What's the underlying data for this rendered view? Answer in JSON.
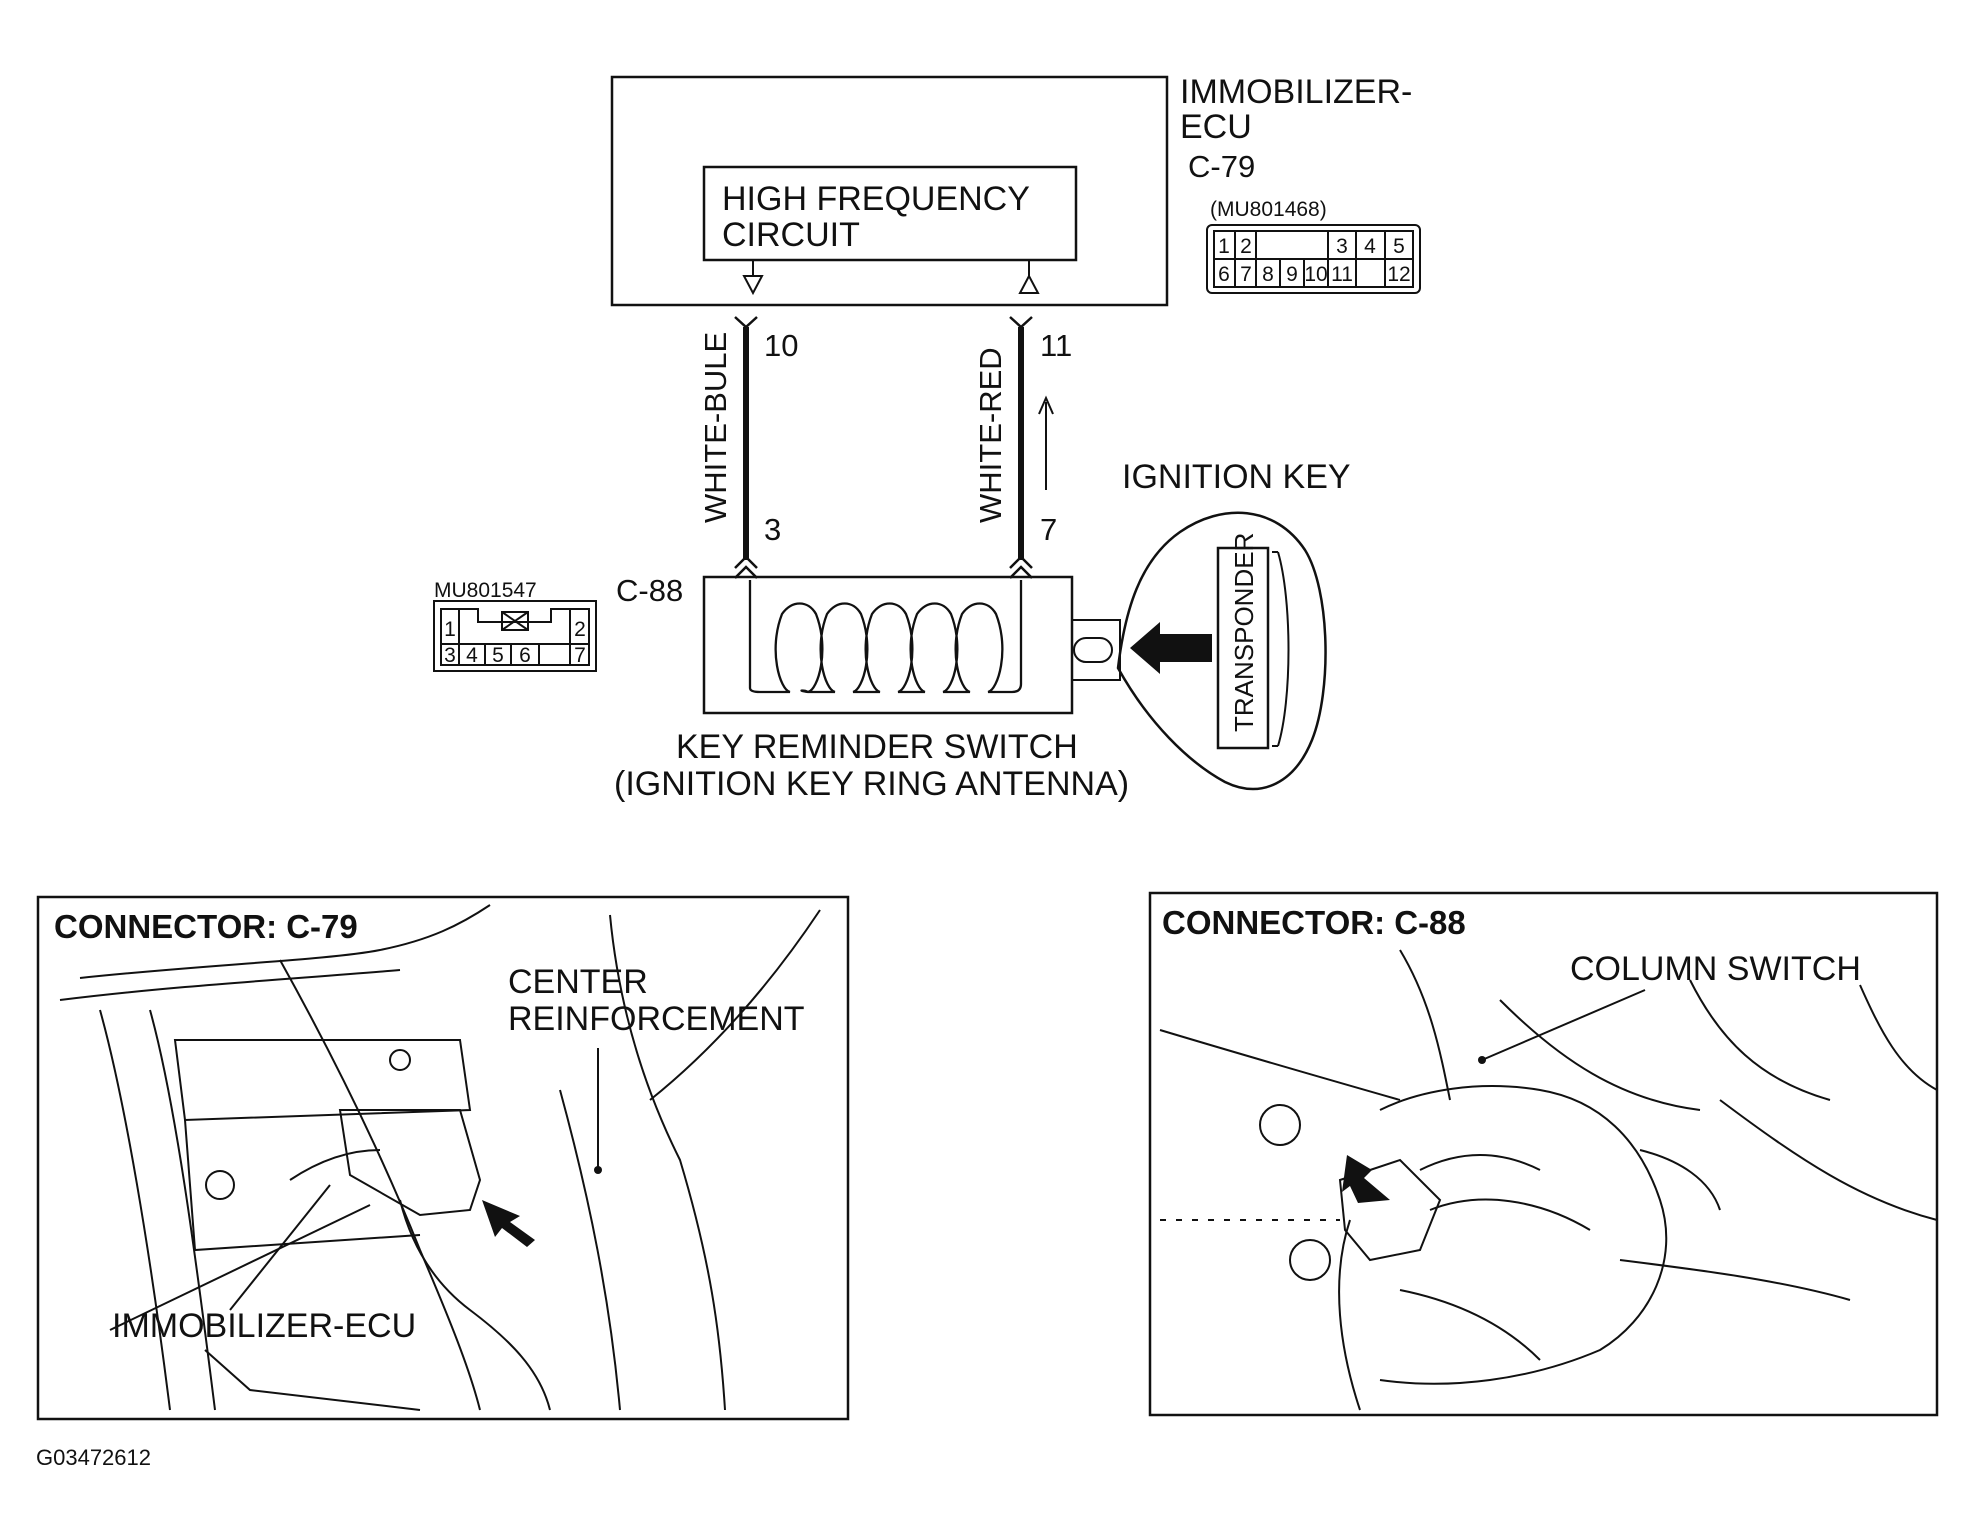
{
  "diagram": {
    "ecu": {
      "name_line1": "IMMOBILIZER-",
      "name_line2": "ECU",
      "connector_id": "C-79",
      "part_number": "(MU801468)",
      "pins_top": [
        "1",
        "2",
        "",
        "3",
        "4",
        "5"
      ],
      "pins_bottom": [
        "6",
        "7",
        "8",
        "9",
        "10",
        "11",
        "12"
      ],
      "circuit_line1": "HIGH FREQUENCY",
      "circuit_line2": "CIRCUIT"
    },
    "wires": [
      {
        "color_label": "WHITE-BULE",
        "ecu_pin": "10",
        "switch_pin": "3"
      },
      {
        "color_label": "WHITE-RED",
        "ecu_pin": "11",
        "switch_pin": "7"
      }
    ],
    "switch": {
      "connector_id": "C-88",
      "part_number": "MU801547",
      "pins_top": [
        "1",
        "2"
      ],
      "pins_bottom": [
        "3",
        "4",
        "5",
        "6",
        "7"
      ],
      "name_line1": "KEY REMINDER SWITCH",
      "name_line2": "(IGNITION KEY RING ANTENNA)"
    },
    "key": {
      "label": "IGNITION KEY",
      "transponder": "TRANSPONDER"
    }
  },
  "photos": [
    {
      "title": "CONNECTOR: C-79",
      "labels": {
        "reinforcement_line1": "CENTER",
        "reinforcement_line2": "REINFORCEMENT",
        "ecu": "IMMOBILIZER-ECU"
      }
    },
    {
      "title": "CONNECTOR: C-88",
      "labels": {
        "column_switch": "COLUMN SWITCH"
      }
    }
  ],
  "figure_id": "G03472612"
}
